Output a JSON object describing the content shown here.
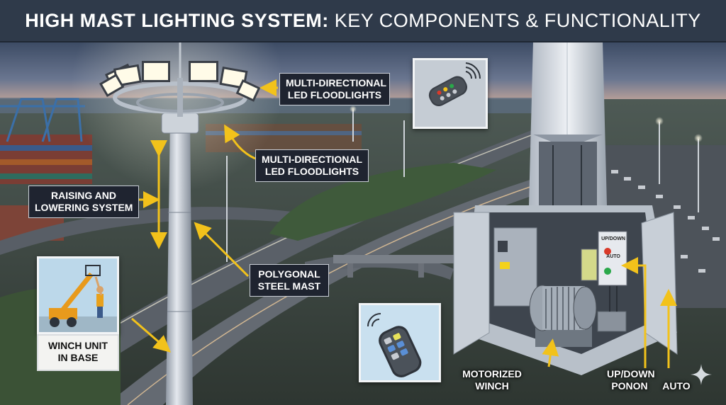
{
  "title": {
    "bold": "HIGH MAST LIGHTING SYSTEM:",
    "rest": "KEY COMPONENTS & FUNCTIONALITY"
  },
  "labels": {
    "floodlights_top": [
      "MULTI-DIRECTIONAL",
      "LED FLOODLIGHTS"
    ],
    "floodlights_mid": [
      "MULTI-DIRECTIONAL",
      "LED FLOODLIGHTS"
    ],
    "raising": [
      "RAISING AND",
      "LOWERING SYSTEM"
    ],
    "mast": [
      "POLYGONAL",
      "STEEL MAST"
    ],
    "winch_base": [
      "WINCH UNIT",
      "IN BASE"
    ],
    "motorized": [
      "MOTORIZED",
      "WINCH"
    ],
    "updown": [
      "UP/DOWN",
      "PONON"
    ],
    "auto": "AUTO"
  },
  "control_panel": {
    "line1": "UP/DOWN",
    "line2": "AUTO"
  },
  "colors": {
    "title_bg": "#2f3a4a",
    "arrow_yellow": "#f2c21b",
    "label_bg": "#1f2430"
  },
  "icons": [
    "remote-control-icon",
    "signal-waves-icon",
    "sparkle-icon"
  ]
}
